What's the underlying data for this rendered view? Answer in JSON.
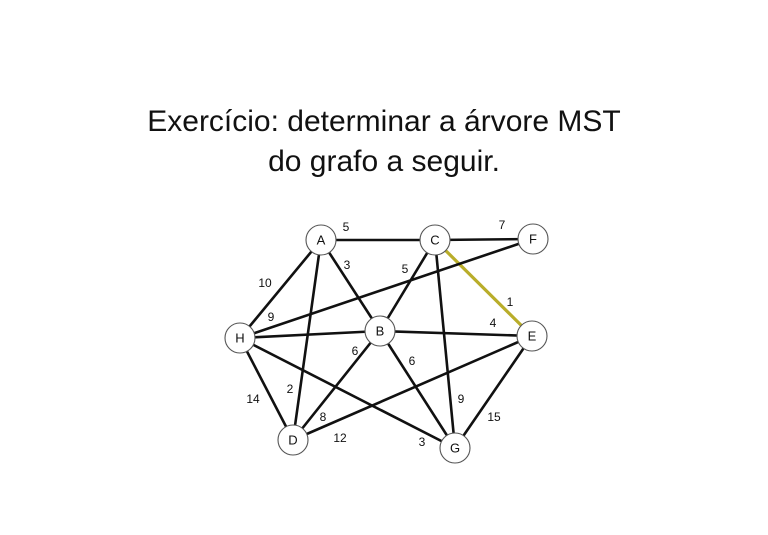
{
  "title_line1": "Exercício: determinar a árvore MST",
  "title_line2": "do grafo a seguir.",
  "graph": {
    "nodes": [
      {
        "id": "A",
        "label": "A"
      },
      {
        "id": "C",
        "label": "C"
      },
      {
        "id": "F",
        "label": "F"
      },
      {
        "id": "H",
        "label": "H"
      },
      {
        "id": "B",
        "label": "B"
      },
      {
        "id": "E",
        "label": "E"
      },
      {
        "id": "D",
        "label": "D"
      },
      {
        "id": "G",
        "label": "G"
      }
    ],
    "edges": [
      {
        "from": "A",
        "to": "C",
        "weight": "5"
      },
      {
        "from": "C",
        "to": "F",
        "weight": "7"
      },
      {
        "from": "A",
        "to": "H",
        "weight": "10"
      },
      {
        "from": "A",
        "to": "B",
        "weight": "3"
      },
      {
        "from": "A",
        "to": "D",
        "weight": "2"
      },
      {
        "from": "C",
        "to": "B",
        "weight": "5"
      },
      {
        "from": "C",
        "to": "E",
        "weight": "1",
        "highlight": true
      },
      {
        "from": "C",
        "to": "G",
        "weight": "9"
      },
      {
        "from": "F",
        "to": "H",
        "weight": "9"
      },
      {
        "from": "H",
        "to": "B",
        "weight": "6"
      },
      {
        "from": "H",
        "to": "D",
        "weight": "14"
      },
      {
        "from": "H",
        "to": "G",
        "weight": "3"
      },
      {
        "from": "B",
        "to": "E",
        "weight": "4"
      },
      {
        "from": "B",
        "to": "D",
        "weight": "8"
      },
      {
        "from": "B",
        "to": "G",
        "weight": "6"
      },
      {
        "from": "E",
        "to": "D",
        "weight": "12"
      },
      {
        "from": "E",
        "to": "G",
        "weight": "15"
      }
    ],
    "colors": {
      "edge": "#111111",
      "highlight": "#b9ad2a"
    }
  }
}
